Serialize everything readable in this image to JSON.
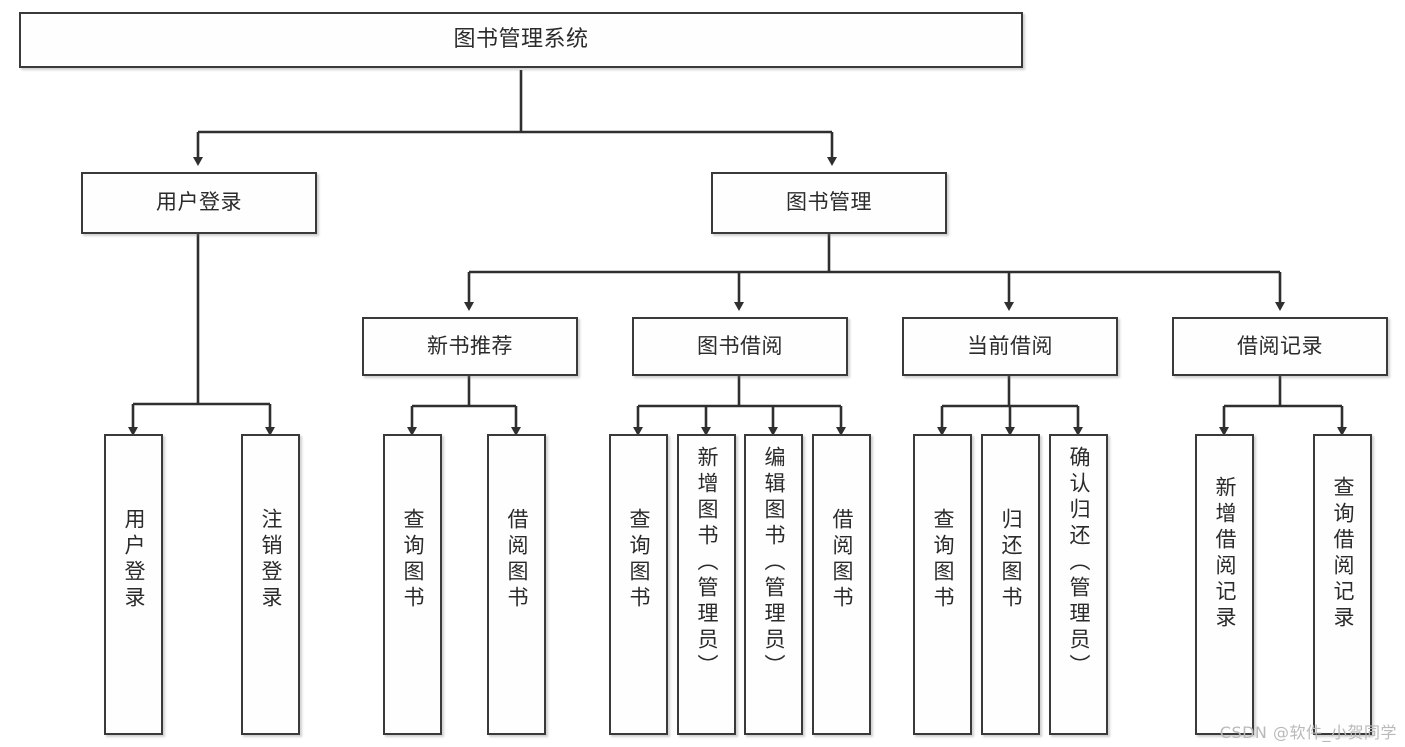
{
  "diagram": {
    "title": "图书管理系统",
    "type": "tree-hierarchy",
    "levels": 4,
    "colors": {
      "box_border": "#3a3a3a",
      "box_fill": "#fefefe",
      "connector": "#2f2f2f",
      "text": "#2b2b2b",
      "watermark": "#b9b9b9"
    },
    "root": {
      "label": "图书管理系统"
    },
    "level2": [
      {
        "label": "用户登录"
      },
      {
        "label": "图书管理"
      }
    ],
    "level3": [
      {
        "label": "新书推荐"
      },
      {
        "label": "图书借阅"
      },
      {
        "label": "当前借阅"
      },
      {
        "label": "借阅记录"
      }
    ],
    "leaves": {
      "user_login": [
        {
          "label": "用户登录"
        },
        {
          "label": "注销登录"
        }
      ],
      "new_book_recommend": [
        {
          "label": "查询图书"
        },
        {
          "label": "借阅图书"
        }
      ],
      "book_borrow": [
        {
          "label": "查询图书"
        },
        {
          "label": "新增图书（管理员）"
        },
        {
          "label": "编辑图书（管理员）"
        },
        {
          "label": "借阅图书"
        }
      ],
      "current_borrow": [
        {
          "label": "查询图书"
        },
        {
          "label": "归还图书"
        },
        {
          "label": "确认归还（管理员）"
        }
      ],
      "borrow_record": [
        {
          "label": "新增借阅记录"
        },
        {
          "label": "查询借阅记录"
        }
      ]
    }
  },
  "watermark": {
    "text": "CSDN @软件_小贺同学"
  }
}
